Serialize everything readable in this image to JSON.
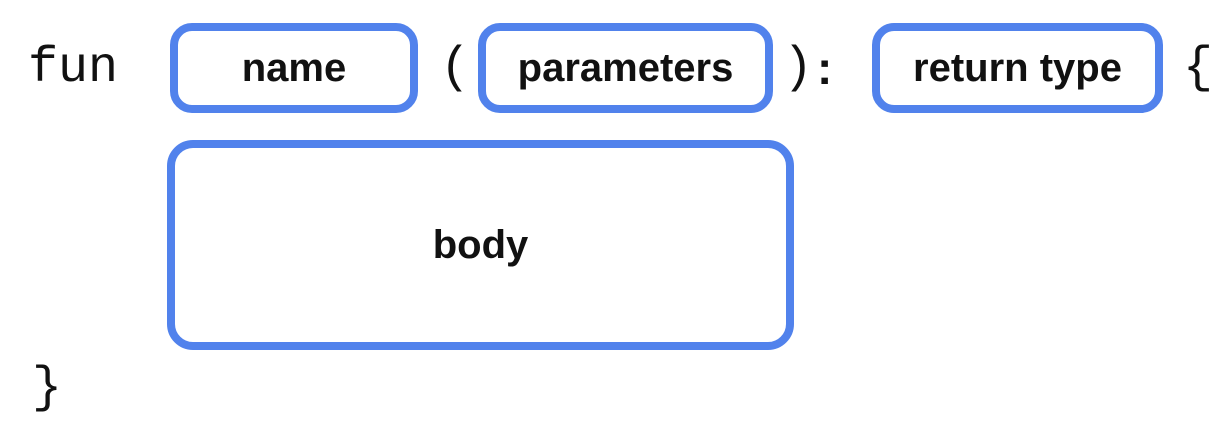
{
  "diagram": {
    "tokens": {
      "keyword": "fun",
      "open_paren": "(",
      "close_paren": ")",
      "colon": ":",
      "open_brace": "{",
      "close_brace": "}"
    },
    "slots": [
      {
        "id": "name",
        "label": "name"
      },
      {
        "id": "parameters",
        "label": "parameters"
      },
      {
        "id": "return-type",
        "label": "return type"
      },
      {
        "id": "body",
        "label": "body"
      }
    ],
    "colors": {
      "slot_border": "#5182EC",
      "text": "#111111",
      "background": "#FFFFFF"
    }
  }
}
